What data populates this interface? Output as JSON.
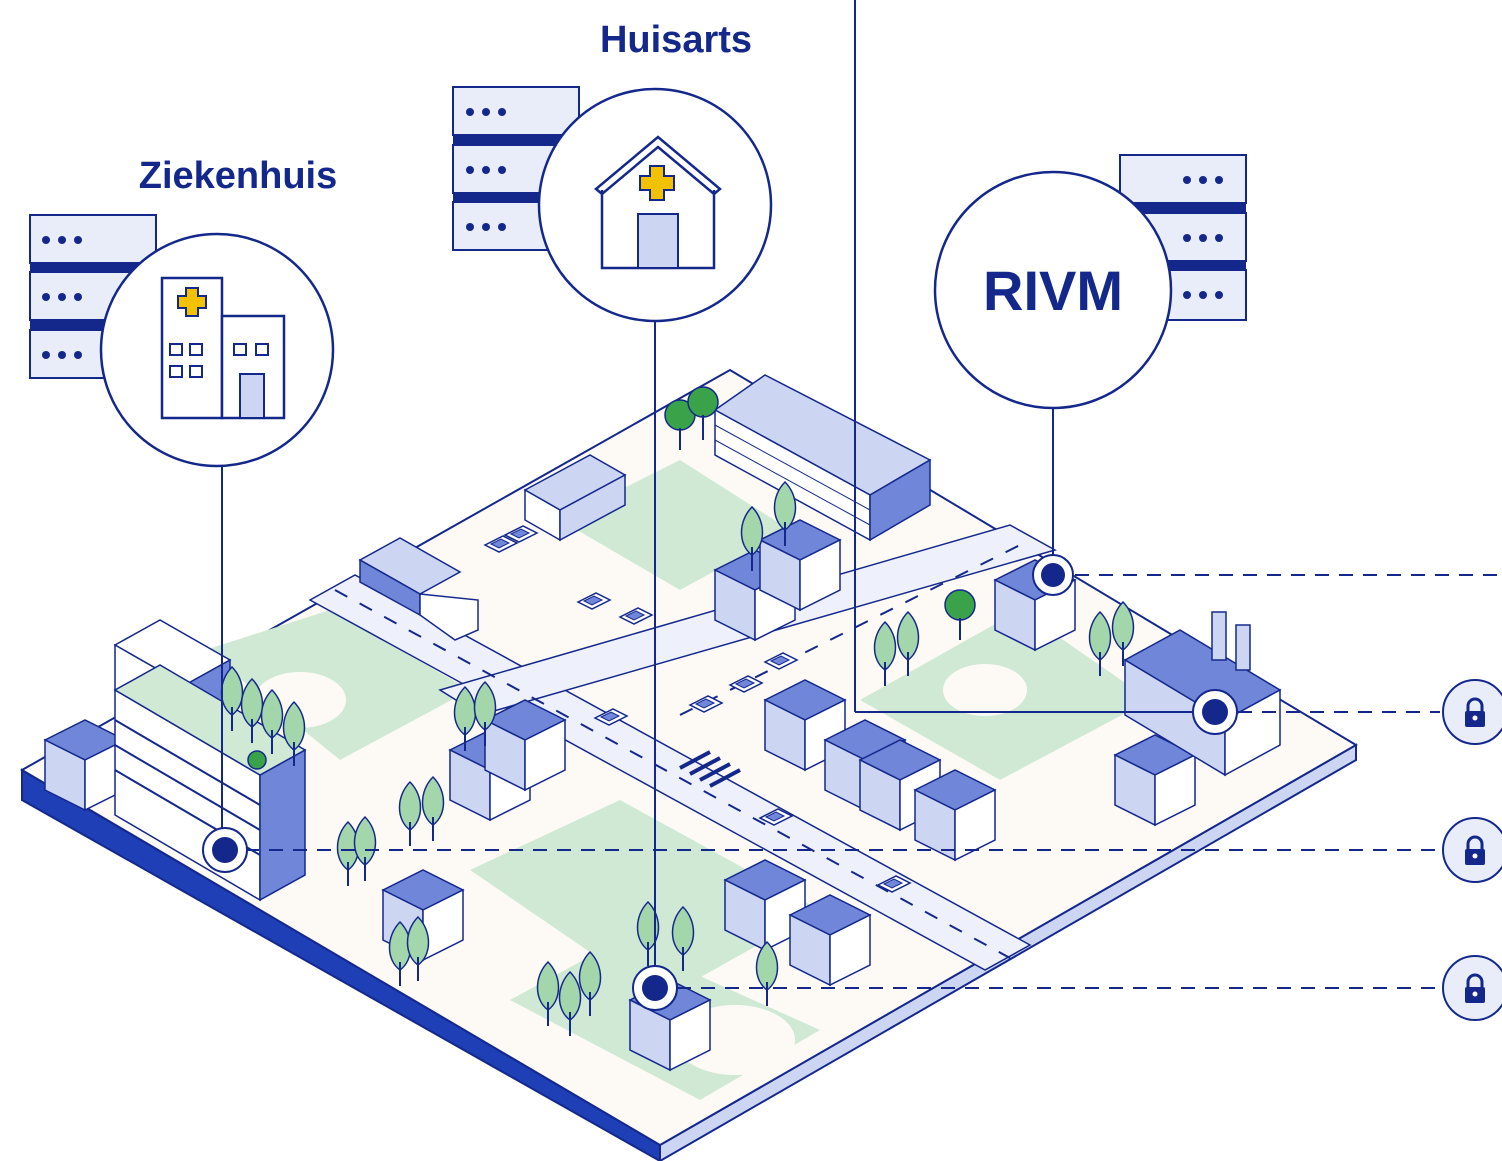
{
  "labels": {
    "hospital": "Ziekenhuis",
    "gp": "Huisarts",
    "rivm": "RIVM"
  },
  "colors": {
    "navy": "#14288c",
    "road": "#eef1fb",
    "green": "#cfe9d4",
    "tree": "#a4d6ac",
    "tree_dark": "#3aa34a",
    "building_side": "#6f86d9",
    "building_front": "#ccd6f3",
    "server_fill": "#e9ecf9",
    "cross": "#f2c200"
  },
  "icons": {
    "hospital": "hospital-building-icon",
    "gp": "house-with-cross-icon",
    "lock": "padlock-icon"
  }
}
